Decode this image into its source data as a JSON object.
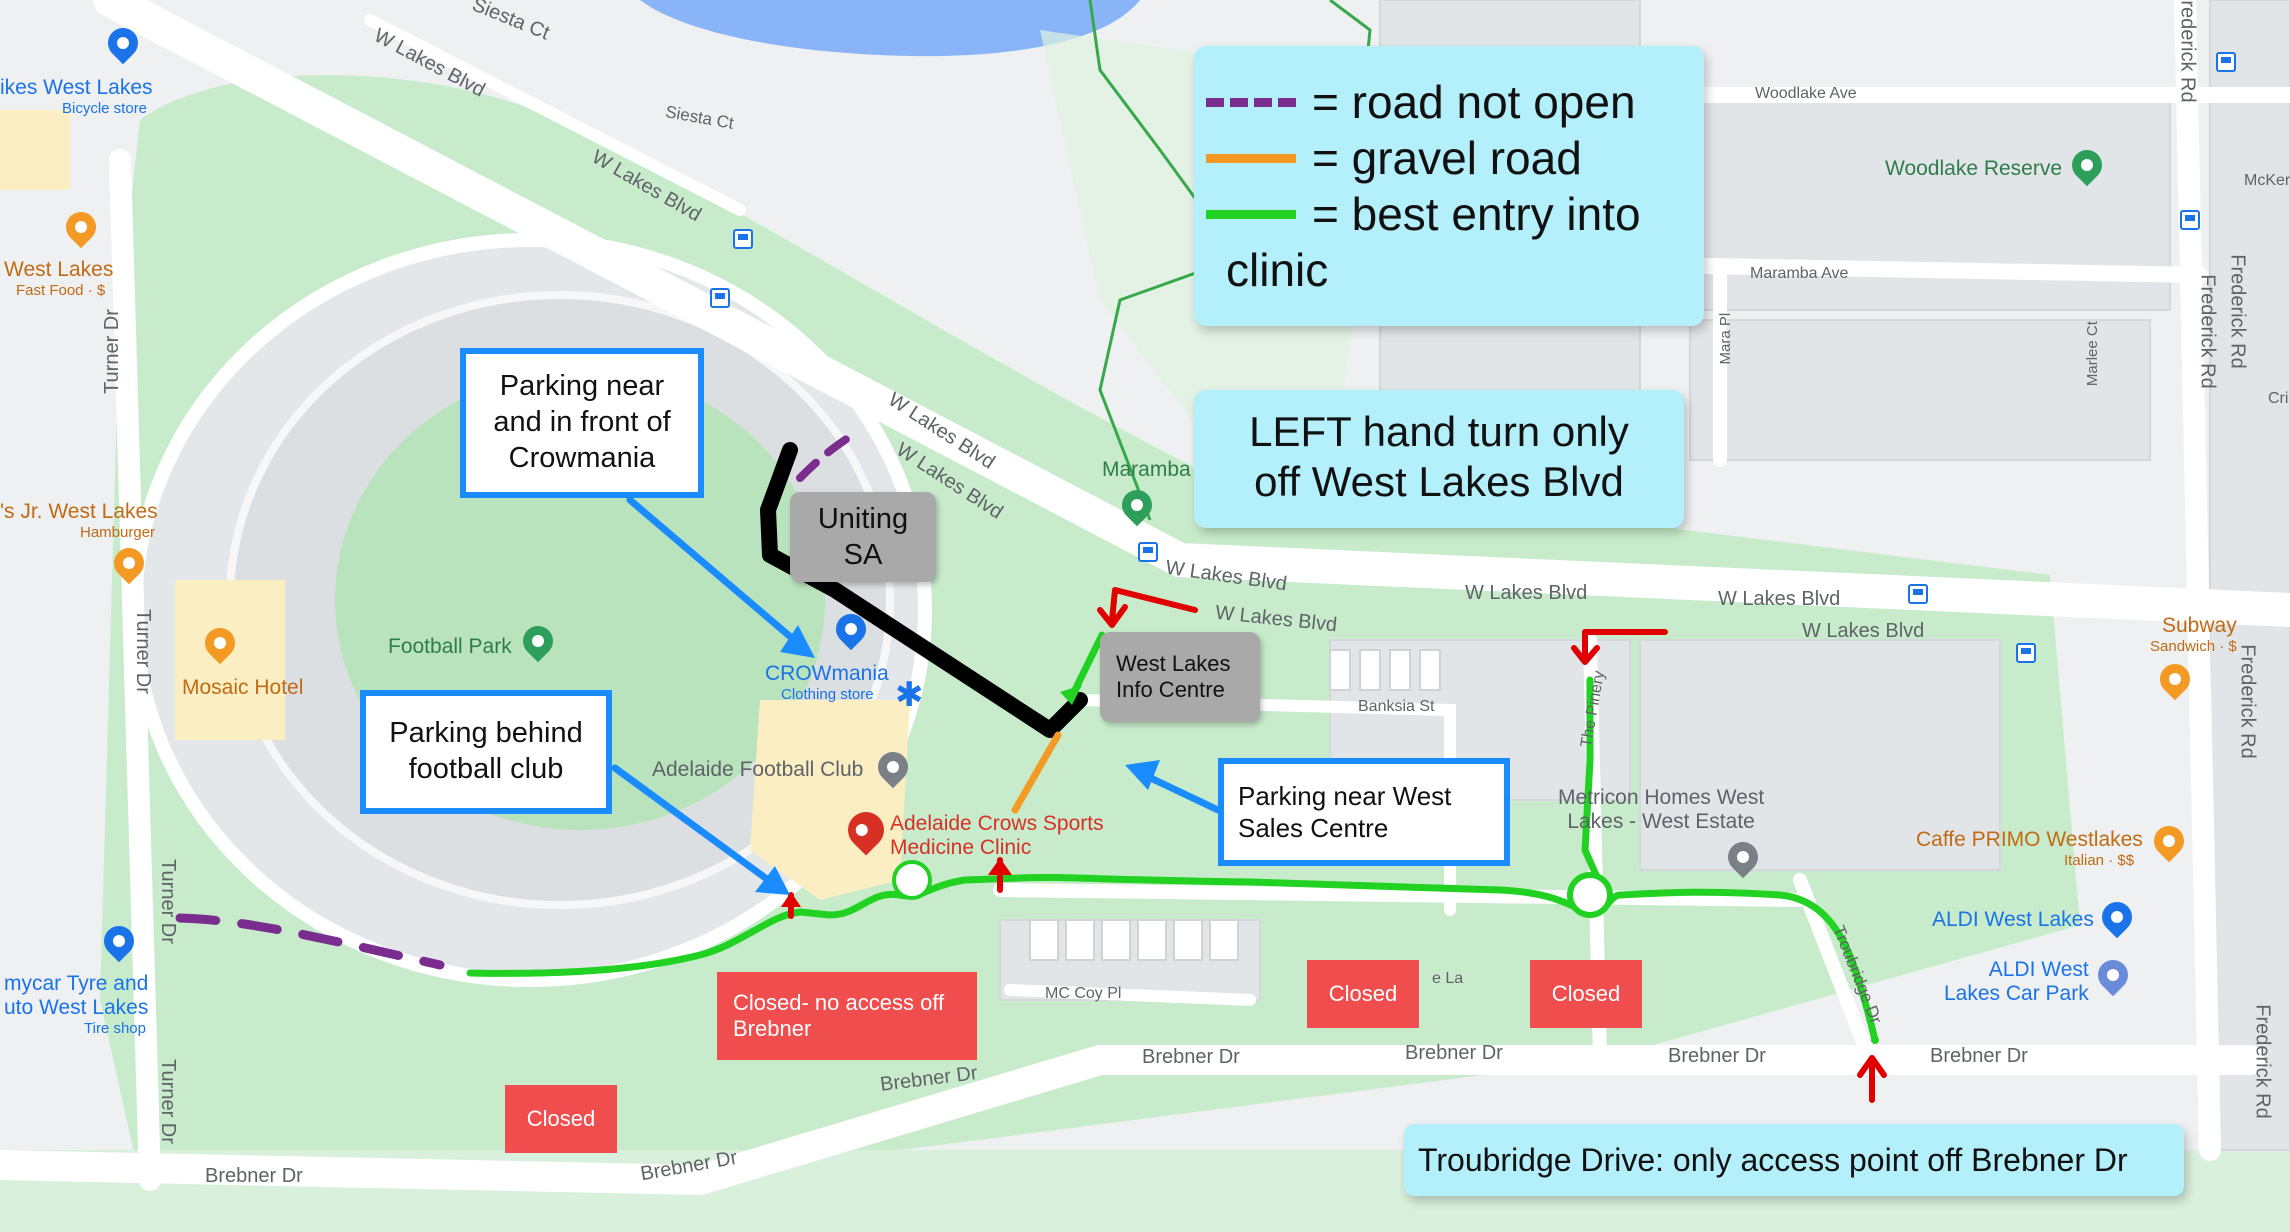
{
  "legend": {
    "items": [
      {
        "label": "= road not open",
        "style": "dashed",
        "color": "#7a2d8f"
      },
      {
        "label": "= gravel road",
        "style": "solid",
        "color": "#f39a24"
      },
      {
        "label": "= best entry into",
        "style": "solid",
        "color": "#22d222"
      }
    ],
    "continuation": "clinic"
  },
  "notice": {
    "line1": "LEFT hand turn only",
    "line2": "off West Lakes Blvd"
  },
  "callouts": {
    "crowmania_parking": {
      "line1": "Parking near",
      "line2": "and in front of",
      "line3": "Crowmania"
    },
    "behind_club_parking": {
      "line1": "Parking behind",
      "line2": "football club"
    },
    "west_sales_parking": {
      "line1": "Parking near West",
      "line2": "Sales Centre"
    },
    "uniting": {
      "line1": "Uniting",
      "line2": "SA"
    },
    "info_centre": {
      "line1": "West Lakes",
      "line2": "Info Centre"
    },
    "closed_brebner": {
      "line1": "Closed- no access off",
      "line2": "Brebner"
    },
    "closed_1": "Closed",
    "closed_2": "Closed",
    "closed_3": "Closed",
    "troubridge": "Troubridge Drive: only access point off Brebner Dr"
  },
  "places": {
    "bikes": {
      "name": "ikes West Lakes",
      "sub": "Bicycle store"
    },
    "west_lakes_ff": {
      "name": "West Lakes",
      "sub": "Fast Food · $"
    },
    "jr_west_lakes": {
      "name": "'s Jr. West Lakes",
      "sub": "Hamburger"
    },
    "mosaic": "Mosaic Hotel",
    "football_park": "Football Park",
    "crowmania": {
      "name": "CROWmania",
      "sub": "Clothing store"
    },
    "adelaide_fc": "Adelaide Football Club",
    "clinic": {
      "line1": "Adelaide Crows Sports",
      "line2": "Medicine Clinic"
    },
    "maramba": "Maramba",
    "woodlake_reserve": "Woodlake Reserve",
    "metricon": {
      "line1": "Metricon Homes West",
      "line2": "Lakes - West Estate"
    },
    "caffe": {
      "name": "Caffe PRIMO Westlakes",
      "sub": "Italian · $$"
    },
    "subway": {
      "name": "Subway",
      "sub": "Sandwich · $"
    },
    "aldi": "ALDI West Lakes",
    "aldi_park": {
      "line1": "ALDI West",
      "line2": "Lakes Car Park"
    },
    "mycar": {
      "line1": "mycar Tyre and",
      "line2": "uto West Lakes",
      "sub": "Tire shop"
    }
  },
  "roads": {
    "siesta_ct_1": "Siesta Ct",
    "siesta_ct_2": "Siesta Ct",
    "wlb_1": "W Lakes Blvd",
    "wlb_2": "W Lakes Blvd",
    "wlb_3": "W Lakes Blvd",
    "wlb_4": "W Lakes Blvd",
    "wlb_5": "W Lakes Blvd",
    "wlb_6": "W Lakes Blvd",
    "wlb_7": "W Lakes Blvd",
    "wlb_8": "W Lakes Blvd",
    "wlb_9": "W Lakes Blvd",
    "woodlake_ave": "Woodlake Ave",
    "maramba_ave": "Maramba Ave",
    "mara_pl": "Mara Pl",
    "marlee_ct": "Marlee Ct",
    "frederick_1": "rederick Rd",
    "frederick_2": "Frederick Rd",
    "frederick_3": "Frederick Rd",
    "frederick_4": "Frederick Rd",
    "frederick_5": "Frederick Rd",
    "mcker": "McKer",
    "cri": "Cri",
    "turner_1": "Turner Dr",
    "turner_2": "Turner Dr",
    "turner_3": "Turner Dr",
    "turner_4": "Turner Dr",
    "banksia": "Banksia St",
    "pinery": "The Pinery",
    "troubridge_dr": "Troubridge Dr",
    "mccoy": "MC Coy Pl",
    "la": "e La",
    "brebner_1": "Brebner Dr",
    "brebner_2": "Brebner Dr",
    "brebner_3": "Brebner Dr",
    "brebner_4": "Brebner Dr",
    "brebner_5": "Brebner Dr",
    "brebner_6": "Brebner Dr",
    "brebner_7": "Brebner Dr"
  },
  "colors": {
    "entry_route": "#22d222",
    "road_not_open": "#7a2d8f",
    "gravel_road": "#f39a24",
    "callout_border": "#1a8cff",
    "closed_fill": "#f04e4e",
    "notice_fill": "#b4effc"
  }
}
